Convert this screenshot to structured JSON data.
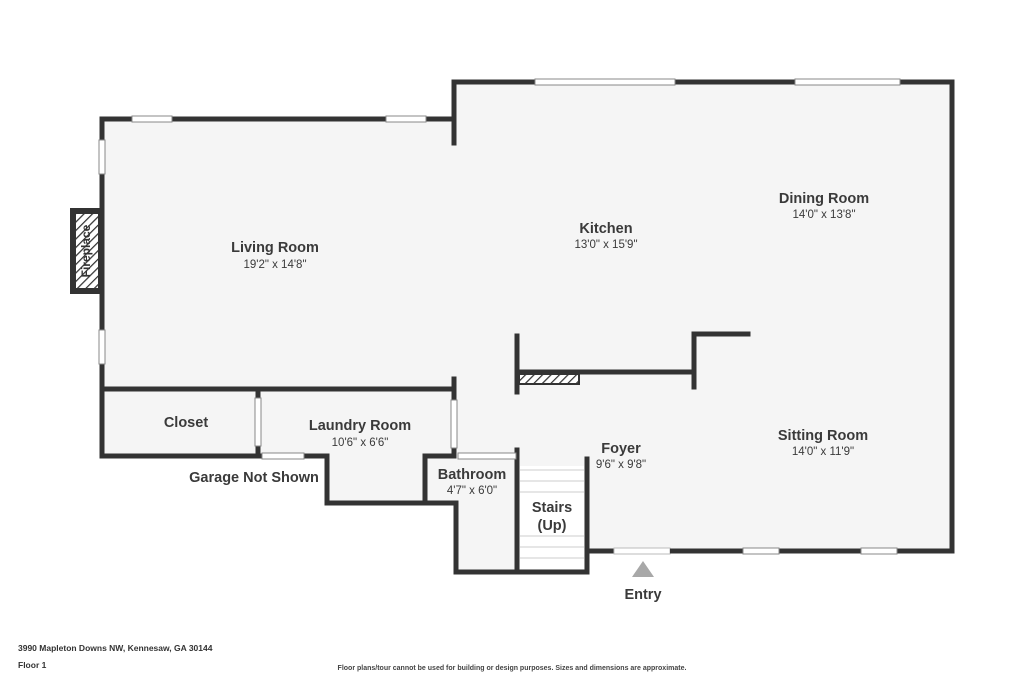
{
  "rooms": {
    "living_room": {
      "name": "Living Room",
      "dims": "19'2\" x 14'8\""
    },
    "kitchen": {
      "name": "Kitchen",
      "dims": "13'0\" x 15'9\""
    },
    "dining_room": {
      "name": "Dining Room",
      "dims": "14'0\" x 13'8\""
    },
    "closet": {
      "name": "Closet"
    },
    "laundry_room": {
      "name": "Laundry Room",
      "dims": "10'6\" x 6'6\""
    },
    "bathroom": {
      "name": "Bathroom",
      "dims": "4'7\" x 6'0\""
    },
    "foyer": {
      "name": "Foyer",
      "dims": "9'6\" x 9'8\""
    },
    "sitting_room": {
      "name": "Sitting Room",
      "dims": "14'0\" x 11'9\""
    },
    "stairs": {
      "line1": "Stairs",
      "line2": "(Up)"
    }
  },
  "labels": {
    "fireplace": "Fireplace",
    "garage_note": "Garage Not Shown",
    "entry": "Entry"
  },
  "footer": {
    "address": "3990 Mapleton Downs NW, Kennesaw, GA 30144",
    "floor": "Floor 1",
    "disclaimer": "Floor plans/tour cannot be used for building or design purposes. Sizes and dimensions are approximate."
  },
  "colors": {
    "wall": "#333333",
    "floor": "#f5f5f5",
    "window": "#ffffff",
    "entry_marker": "#a8a8a8"
  }
}
